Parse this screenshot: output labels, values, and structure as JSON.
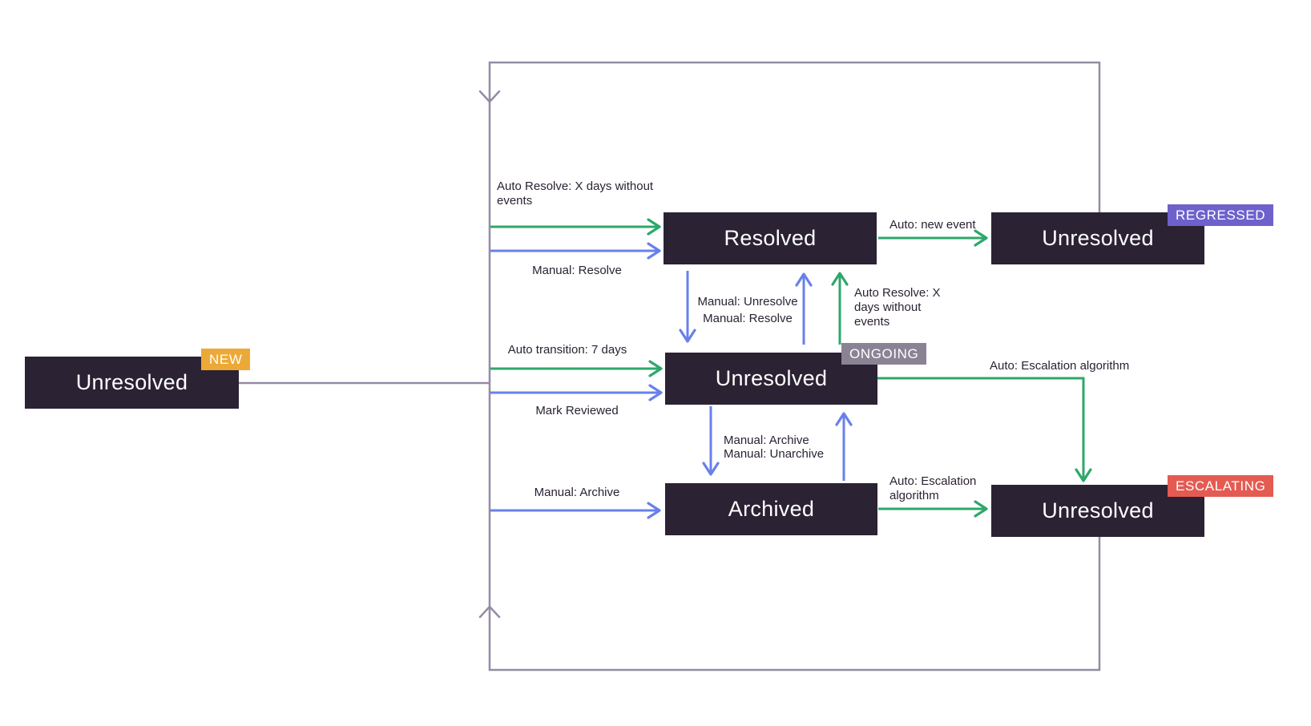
{
  "colors": {
    "background": "#FFFFFF",
    "node_bg": "#2B2233",
    "node_text": "#FFFFFF",
    "auto_transition_green": "#2EA76B",
    "manual_transition_blue": "#6880EA",
    "loop_gray": "#948CA4",
    "label_text": "#2B2233",
    "badge_new_bg": "#EDA937",
    "badge_ongoing_bg": "#8A8394",
    "badge_regressed_bg": "#6E61CC",
    "badge_escalating_bg": "#E45B52"
  },
  "nodes": {
    "new": {
      "label": "Unresolved",
      "badge": "NEW"
    },
    "resolved": {
      "label": "Resolved"
    },
    "ongoing": {
      "label": "Unresolved",
      "badge": "ONGOING"
    },
    "archived": {
      "label": "Archived"
    },
    "regressed": {
      "label": "Unresolved",
      "badge": "REGRESSED"
    },
    "escalating": {
      "label": "Unresolved",
      "badge": "ESCALATING"
    }
  },
  "edge_labels": {
    "auto_resolve_from_new": "Auto Resolve: X days without\nevents",
    "manual_resolve_from_new": "Manual: Resolve",
    "auto_new_event": "Auto: new event",
    "manual_unresolve": "Manual: Unresolve",
    "manual_resolve_mid": "Manual: Resolve",
    "auto_resolve_from_ongoing": "Auto Resolve: X\ndays without\nevents",
    "auto_transition_7_days": "Auto transition: 7 days",
    "mark_reviewed": "Mark Reviewed",
    "auto_escalation_from_ongoing": "Auto: Escalation algorithm",
    "manual_archive_mid": "Manual: Archive",
    "manual_unarchive_mid": "Manual: Unarchive",
    "manual_archive_from_new": "Manual: Archive",
    "auto_escalation_from_archived": "Auto: Escalation\nalgorithm"
  }
}
